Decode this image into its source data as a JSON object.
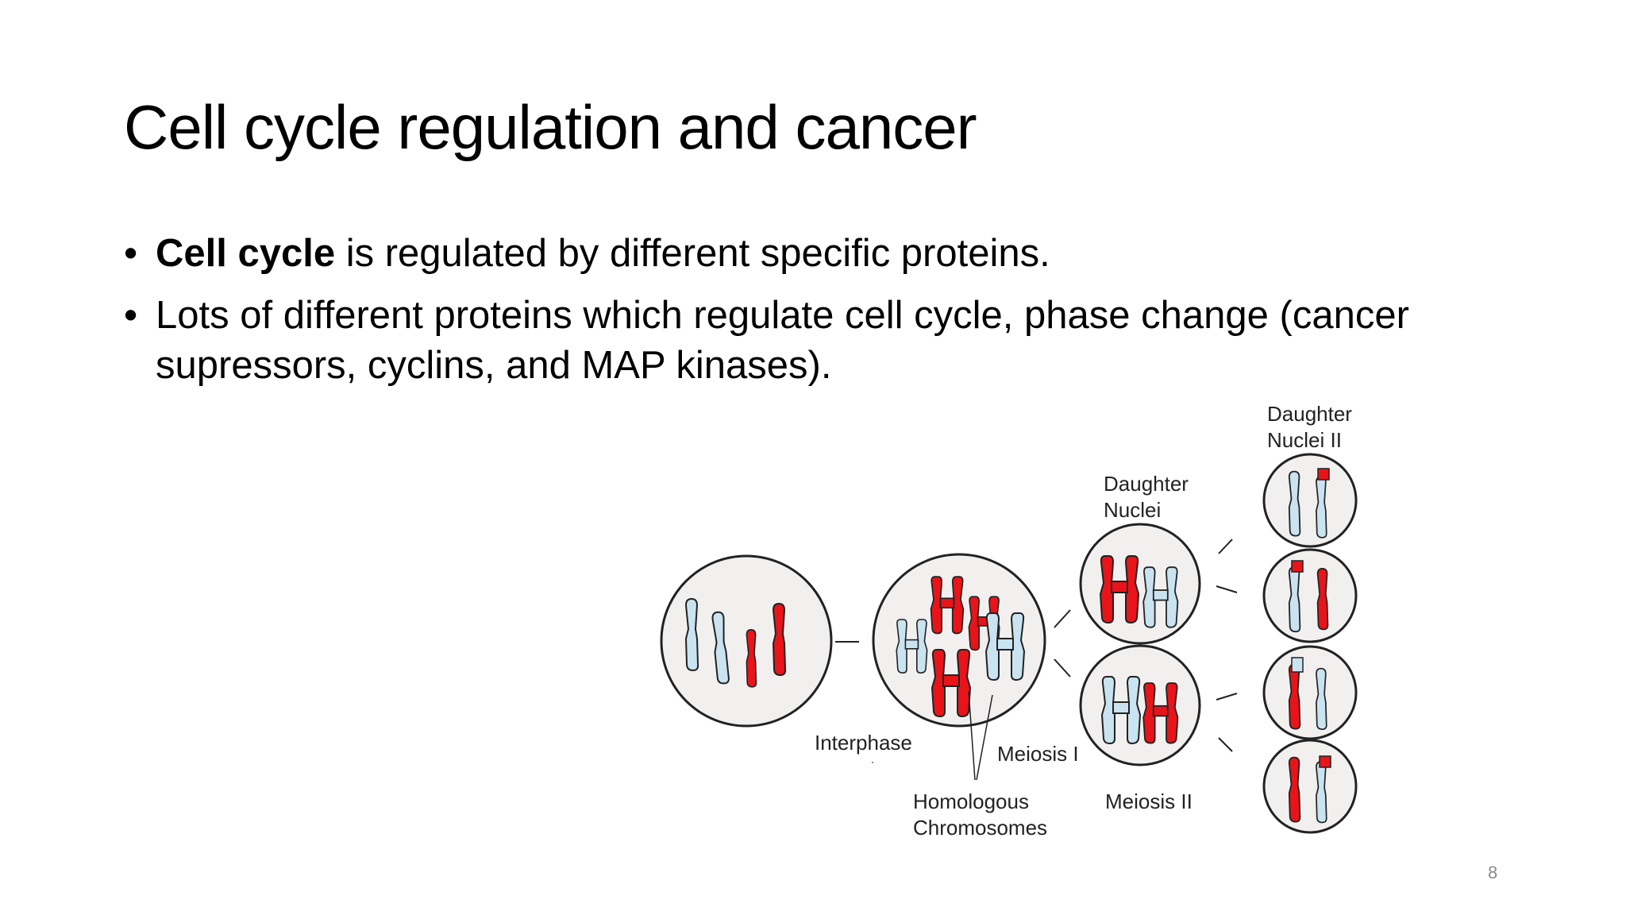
{
  "slide": {
    "title": "Cell cycle regulation and cancer",
    "bullets": [
      {
        "bold": "Cell cycle",
        "text": " is regulated by different specific proteins."
      },
      {
        "bold": "",
        "text": "Lots of different proteins which regulate cell cycle, phase change (cancer supressors, cyclins, and MAP kinases)."
      }
    ],
    "bullet_glyph": "•",
    "page_number": "8"
  },
  "diagram": {
    "labels": {
      "interphase": "Interphase",
      "meiosis_1": "Meiosis I",
      "meiosis_2": "Meiosis II",
      "homologous_1": "Homologous",
      "homologous_2": "Chromosomes",
      "daughter_nuclei_1": "Daughter",
      "daughter_nuclei_2": "Nuclei",
      "daughter_nuclei_ii_1": "Daughter",
      "daughter_nuclei_ii_2": "Nuclei II"
    },
    "colors": {
      "red": "#e8141a",
      "blue": "#c9e3f0",
      "outline": "#222222",
      "cell_fill": "#f2efef"
    }
  }
}
